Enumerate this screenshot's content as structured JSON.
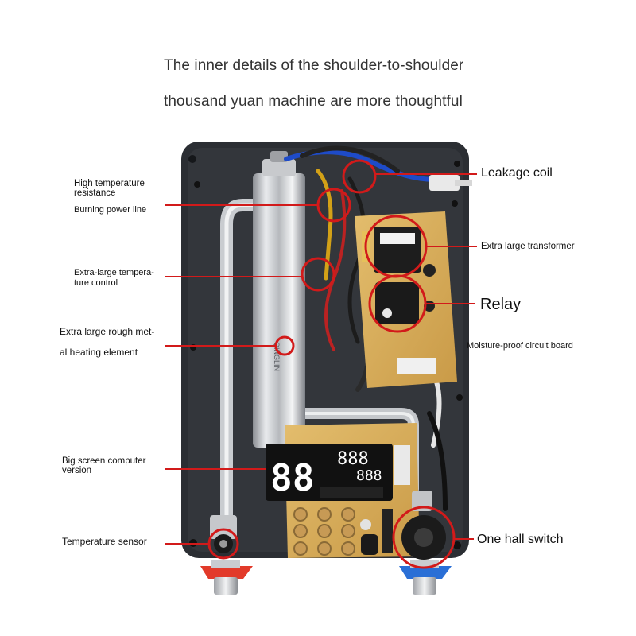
{
  "heading": {
    "line1": "The inner details of the shoulder-to-shoulder",
    "line2": "thousand yuan machine are more thoughtful"
  },
  "labels": {
    "left": {
      "power_line_1": "High temperature",
      "power_line_2": "resistance",
      "power_line_3": "Burning power line",
      "temp_control_1": "Extra-large tempera-",
      "temp_control_2": "ture control",
      "heating_1": "Extra large rough met-",
      "heating_2": "al heating element",
      "computer_1": "Big screen computer",
      "computer_2": "version",
      "sensor": "Temperature sensor"
    },
    "right": {
      "leakage_coil": "Leakage coil",
      "transformer": "Extra large transformer",
      "relay": "Relay",
      "circuit_board": "Moisture-proof circuit board",
      "hall_switch": "One hall switch"
    }
  },
  "device_text": {
    "brand_vertical": "QINGLIN",
    "display_digits": "88",
    "display_small": "888",
    "display_right": "888"
  },
  "colors": {
    "callout": "#d21a1a",
    "casing": "#2b2e33",
    "pcb": "#d9b15e",
    "display": "#111111",
    "hot": "#e23a2a",
    "cold": "#2a6fd6"
  }
}
